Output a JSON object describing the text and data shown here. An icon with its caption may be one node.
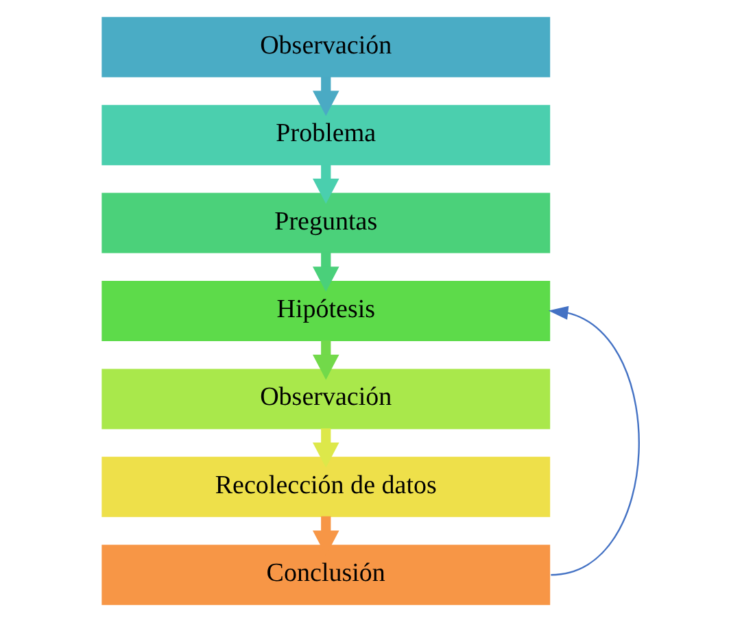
{
  "diagram": {
    "nodes": [
      {
        "text": [
          "Observación"
        ]
      },
      {
        "text": [
          "Problema"
        ]
      },
      {
        "text": [
          "Preguntas"
        ]
      },
      {
        "text": [
          "Hipótesis"
        ]
      },
      {
        "text": [
          "Observación"
        ]
      },
      {
        "text": [
          "Recolección de datos"
        ]
      },
      {
        "text": [
          "Conclusión"
        ]
      }
    ],
    "edges": [
      {
        "from": 0,
        "to": 1,
        "arrow": "to",
        "color": "#4aaac4"
      },
      {
        "from": 1,
        "to": 2,
        "arrow": "to",
        "color": "#4acfae"
      },
      {
        "from": 2,
        "to": 3,
        "arrow": "to",
        "color": "#4ad07a"
      },
      {
        "from": 3,
        "to": 4,
        "arrow": "to",
        "color": "#72d94a"
      },
      {
        "from": 4,
        "to": 5,
        "arrow": "to",
        "color": "#dde84a"
      },
      {
        "from": 5,
        "to": 6,
        "arrow": "to",
        "color": "#f79646"
      },
      {
        "from": 6,
        "to": 3,
        "arrow": "to",
        "color": "#4472c4"
      }
    ]
  }
}
